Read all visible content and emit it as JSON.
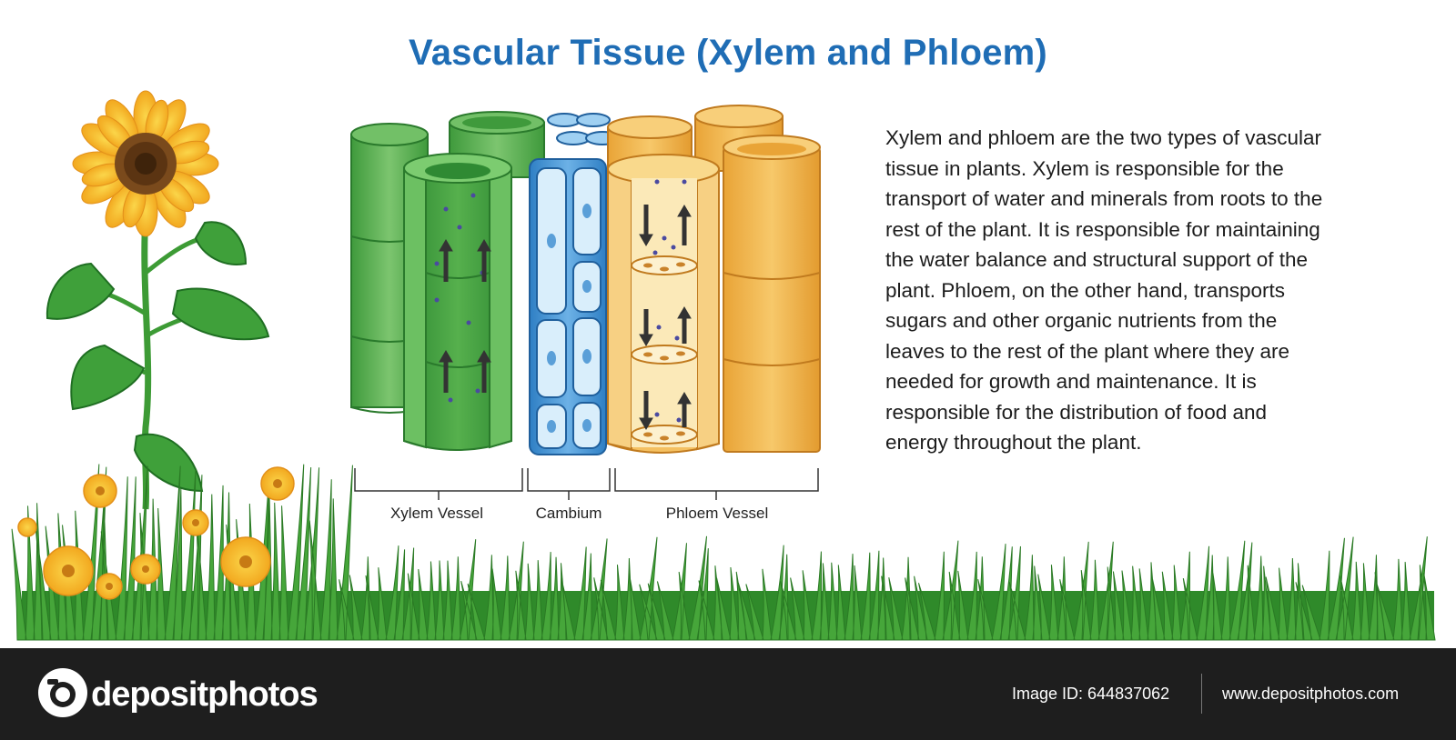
{
  "title": "Vascular Tissue (Xylem and Phloem)",
  "description_lines": [
    "Xylem and phloem are the two types of vascular",
    "tissue in plants. Xylem is responsible for the",
    "transport of water and minerals from roots to the",
    "rest of the plant. It is responsible for maintaining",
    "the water balance and structural support of the",
    "plant. Phloem, on the other hand, transports",
    "sugars and other organic nutrients from the",
    "leaves to the rest of the plant where they are",
    "needed for growth and maintenance. It is",
    "responsible for the distribution of food and",
    "energy throughout the plant."
  ],
  "labels": {
    "xylem": "Xylem Vessel",
    "cambium": "Cambium",
    "phloem": "Phloem Vessel"
  },
  "footer": {
    "brand": "depositphotos",
    "image_id": "Image ID: 644837062",
    "site": "www.depositphotos.com"
  },
  "colors": {
    "title": "#1f6db5",
    "xylem": "#4fae4a",
    "cambium": "#4a90d0",
    "phloem": "#f0b443",
    "grass": "#3b9a2e",
    "footer": "#1e1e1e"
  },
  "icons": [
    "sunflower-icon",
    "camera-logo-icon",
    "up-arrow-icon",
    "down-arrow-icon"
  ]
}
